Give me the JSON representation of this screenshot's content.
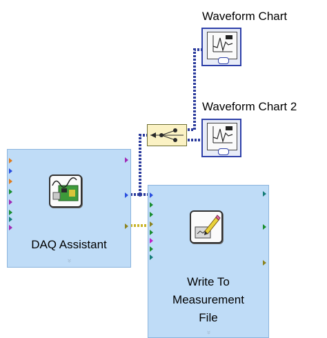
{
  "daq_assistant": {
    "label": "DAQ Assistant",
    "expand_glyph": "»",
    "icon": "daq-hardware-icon"
  },
  "write_file": {
    "label_line1": "Write To",
    "label_line2": "Measurement",
    "label_line3": "File",
    "expand_glyph": "»",
    "icon": "pencil-file-icon"
  },
  "charts": [
    {
      "label": "Waveform Chart",
      "icon": "waveform-chart-icon"
    },
    {
      "label": "Waveform Chart 2",
      "icon": "waveform-chart-icon"
    }
  ],
  "merge_node": {
    "icon": "merge-signals-icon"
  },
  "colors": {
    "node_fill": "#bfdcf7",
    "node_border": "#8ab3dd",
    "dynamic_wire": "#2a3a9c",
    "error_wire": "#c9b52a",
    "chart_border": "#2d3fa8",
    "merge_fill": "#fbf2c4"
  }
}
